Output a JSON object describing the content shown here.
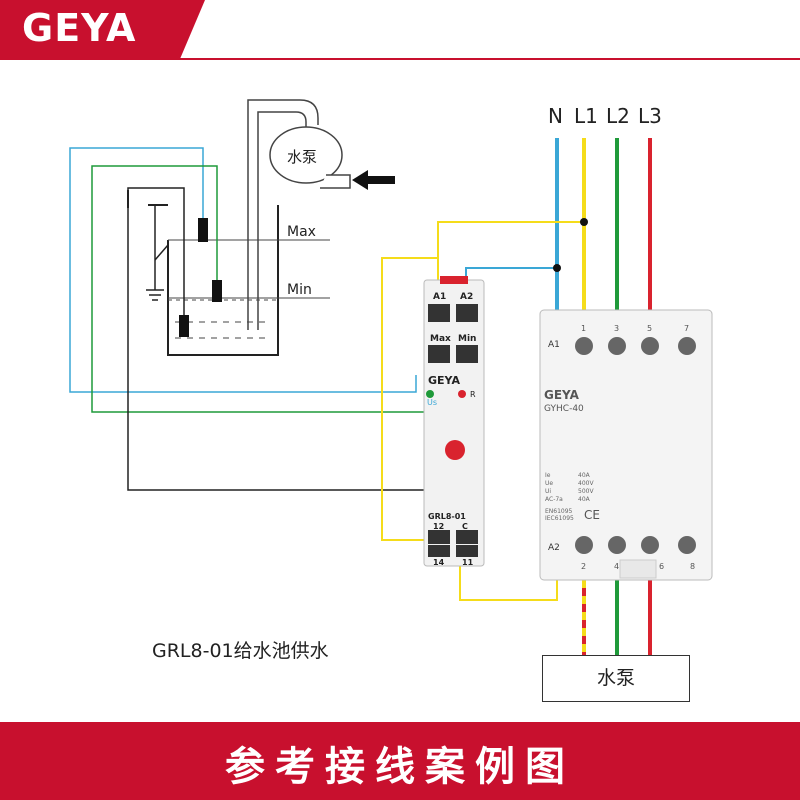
{
  "brand": {
    "logo": "GEYA",
    "accent": "#c8102e"
  },
  "phases": [
    "N",
    "L1",
    "L2",
    "L3"
  ],
  "tank": {
    "max_label": "Max",
    "min_label": "Min",
    "pump_label": "水泵"
  },
  "relay": {
    "top_terminals": [
      "A1",
      "A2"
    ],
    "probe_terminals": [
      "Max",
      "Min"
    ],
    "brand": "GEYA",
    "led_left": "Us",
    "led_right": "R",
    "model": "GRL8-01",
    "bottom_top": [
      "12",
      "C"
    ],
    "bottom_bottom": [
      "14",
      "11"
    ]
  },
  "contactor": {
    "brand": "GEYA",
    "model": "GYHC-40",
    "top_numbers": [
      "1",
      "3",
      "5",
      "7"
    ],
    "bottom_numbers": [
      "2",
      "4",
      "6",
      "8"
    ],
    "coil_top": "A1",
    "coil_bottom": "A2",
    "ratings": [
      "40A",
      "400V",
      "500V",
      "40A"
    ],
    "rating_keys": [
      "Ie",
      "Ue",
      "Ui",
      "AC-7a"
    ],
    "standards": [
      "EN61095",
      "IEC61095"
    ],
    "ce": "CE"
  },
  "load_label": "水泵",
  "caption": "GRL8-01给水池供水",
  "footer": "参考接线案例图",
  "wire_colors": {
    "blue": "#3aa7d6",
    "yellow": "#f5dc1a",
    "green": "#1f9a3a",
    "red": "#d9232e",
    "black": "#222222"
  }
}
